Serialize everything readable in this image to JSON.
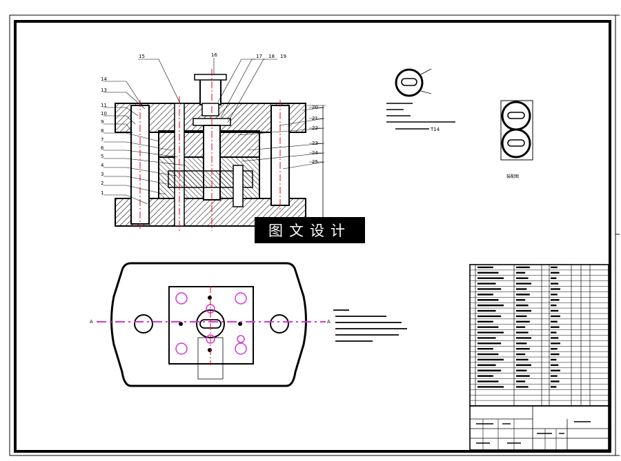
{
  "drawing": {
    "part_labels_left": [
      "14",
      "13",
      "11",
      "10",
      "9",
      "8",
      "7",
      "6",
      "5",
      "4",
      "3",
      "2",
      "1"
    ],
    "part_labels_top": [
      "15",
      "16",
      "17",
      "18",
      "19"
    ],
    "part_labels_right": [
      "20",
      "21",
      "22",
      "23",
      "24",
      "25"
    ],
    "section_marks": [
      "A",
      "A"
    ],
    "part_note_value": "T14",
    "title_block_caption": "装配图"
  },
  "watermark": {
    "text": "图文设计"
  },
  "colors": {
    "line": "#000000",
    "hatch": "#000000",
    "centerline": "#e0002a",
    "hidden": "#d633d6",
    "frame": "#000000"
  }
}
